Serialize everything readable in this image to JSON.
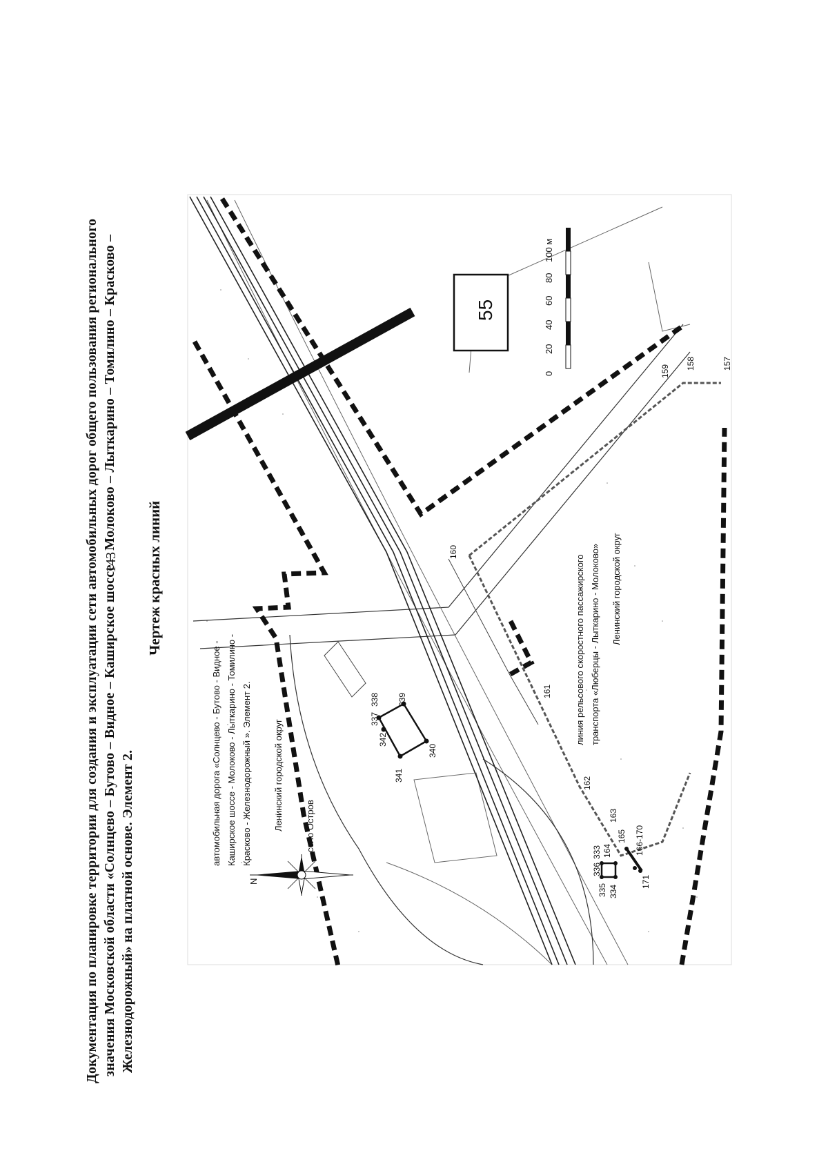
{
  "page": {
    "number": "143"
  },
  "document": {
    "title_lines": [
      "Документация по планировке территории для создания и эксплуатации сети автомобильных дорог общего пользования регионального",
      "значения Московской области «Солнцево – Бутово – Видное – Каширское шоссе – Молоково – Лыткарино – Томилино – Красково –",
      "Железнодорожный» на платной основе. Элемент 2."
    ],
    "subtitle": "Чертеж красных линий"
  },
  "map": {
    "sheet_number": "55",
    "north_label": "N",
    "scale_bar": {
      "ticks": [
        "0",
        "20",
        "40",
        "60",
        "80",
        "100 м"
      ]
    },
    "labels": {
      "road_name_lines": [
        "автомобильная дорога «Солнцево - Бутово - Видное -",
        "Каширское шоссе - Молоково - Лыткарино - Томилино -",
        "Красково - Железнодорожный ». Элемент 2."
      ],
      "district_west": "Ленинский городской округ",
      "village": "село Остров",
      "rail_line_lines": [
        "линия рельсового скоростного пассажирского",
        "транспорта «Люберцы - Лыткарино - Молоково»"
      ],
      "district_east": "Ленинский городской округ"
    },
    "points": [
      "157",
      "158",
      "159",
      "160",
      "161",
      "162",
      "163",
      "164",
      "165",
      "166-170",
      "171",
      "333",
      "334",
      "335",
      "336",
      "337",
      "338",
      "339",
      "340",
      "341",
      "342"
    ]
  }
}
